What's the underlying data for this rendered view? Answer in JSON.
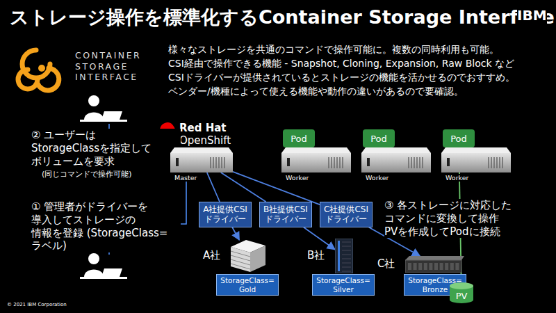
{
  "diagram": {
    "title": "ストレージ操作を標準化するContainer Storage Interface",
    "nodes": [
      {
        "text": [
          "Master"
        ]
      },
      {
        "text": [
          "Pod"
        ]
      },
      {
        "text": [
          "Worker"
        ]
      },
      {
        "text": [
          "Pod"
        ]
      },
      {
        "text": [
          "Worker"
        ]
      },
      {
        "text": [
          "Pod"
        ]
      },
      {
        "text": [
          "Worker"
        ]
      },
      {
        "text": [
          "A社提供CSI ドライバー"
        ]
      },
      {
        "text": [
          "B社提供CSI ドライバー"
        ]
      },
      {
        "text": [
          "C社提供CSI ドライバー"
        ]
      },
      {
        "text": [
          "A社"
        ]
      },
      {
        "text": [
          "StorageClass= Gold"
        ]
      },
      {
        "text": [
          "B社"
        ]
      },
      {
        "text": [
          "StorageClass= Silver"
        ]
      },
      {
        "text": [
          "C社"
        ]
      },
      {
        "text": [
          "StorageClass= Bronze"
        ]
      },
      {
        "text": [
          "PV"
        ]
      }
    ],
    "edges": [
      {
        "from": 0,
        "to": 7,
        "arrow": "none"
      },
      {
        "from": 7,
        "to": 10,
        "arrow": "to"
      },
      {
        "from": 0,
        "to": 8,
        "arrow": "none"
      },
      {
        "from": 8,
        "to": 12,
        "arrow": "to"
      },
      {
        "from": 0,
        "to": 9,
        "arrow": "none"
      },
      {
        "from": 9,
        "to": 14,
        "arrow": "to"
      },
      {
        "from": 5,
        "to": 16,
        "arrow": "none"
      }
    ],
    "labels": [
      "IBM",
      "CONTAINER STORAGE INTERFACE",
      "様々なストレージを共通のコマンドで操作可能に。複数の同時利用も可能。",
      "CSI経由で操作できる機能 - Snapshot, Cloning, Expansion, Raw Block など",
      "CSIドライバーが提供されているとストレージの機能を活かせるのでおすすめ。",
      "ベンダー/機種によって使える機能や動作の違いがあるので要確認。",
      "Red Hat",
      "OpenShift",
      "② ユーザーは StorageClassを指定して ボリュームを要求",
      "(同じコマンドで操作可能)",
      "① 管理者がドライバーを 導入してストレージの 情報を登録 (StorageClass=ラベル)",
      "③ 各ストレージに対応した コマンドに変換して操作 PVを作成してPodに接続",
      "© 2021 IBM Corporation"
    ]
  }
}
